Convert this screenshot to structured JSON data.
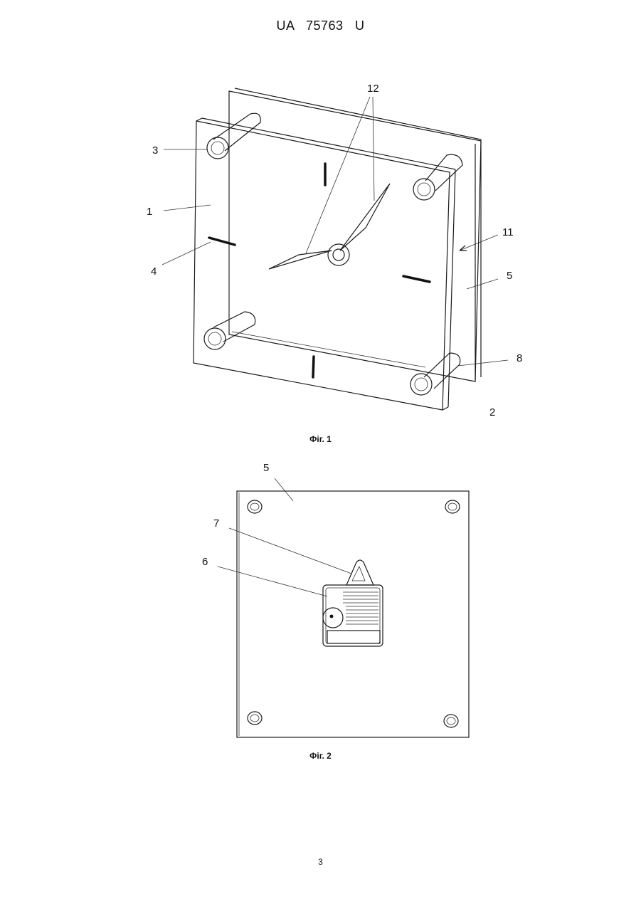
{
  "header": "UA   75763   U",
  "figure1": {
    "caption": "Фіг. 1",
    "labels": {
      "l1": "1",
      "l2": "2",
      "l3": "3",
      "l4": "4",
      "l5": "5",
      "l8": "8",
      "l11": "11",
      "l12": "12"
    }
  },
  "figure2": {
    "caption": "Фіг. 2",
    "labels": {
      "l5": "5",
      "l6": "6",
      "l7": "7"
    }
  },
  "page_number": "3"
}
